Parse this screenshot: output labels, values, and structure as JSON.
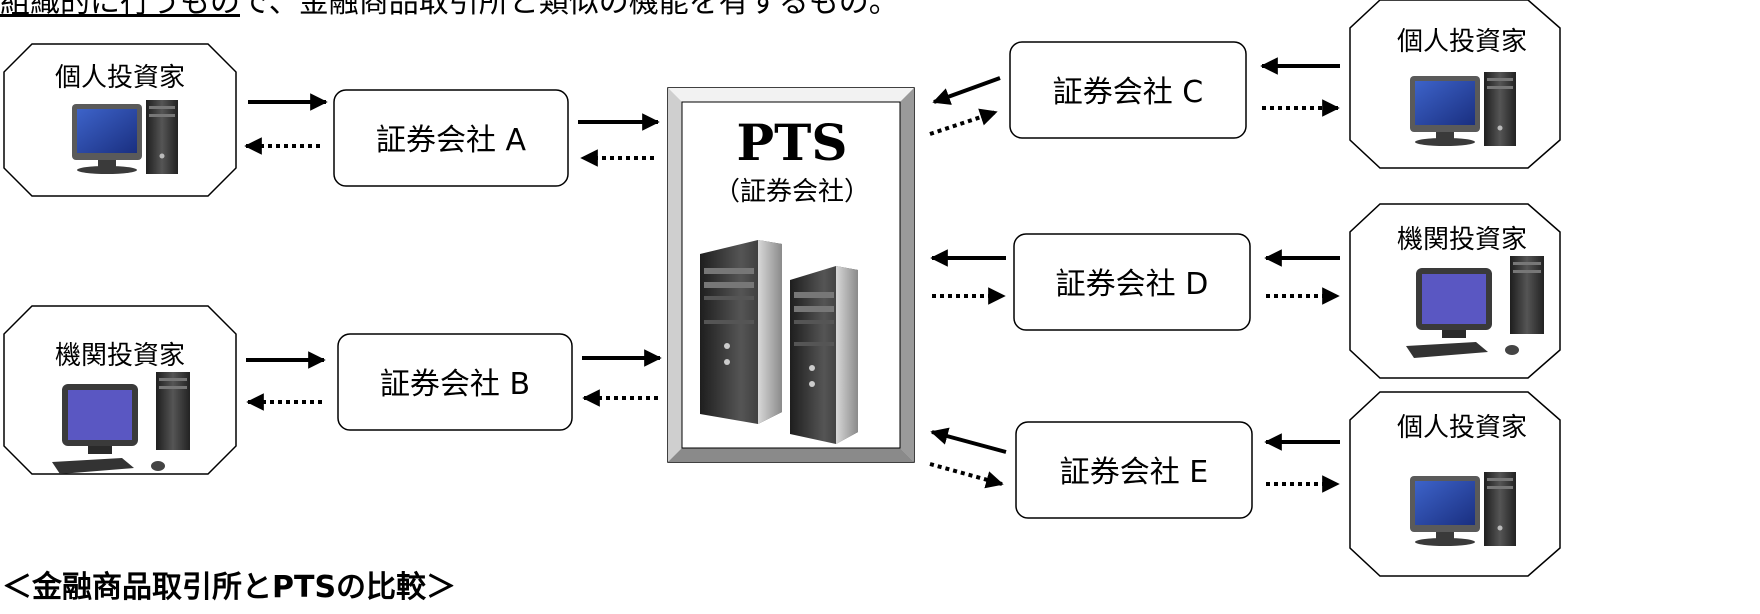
{
  "header": {
    "text_underlined": "組織的に行うもの",
    "text_rest": "で、金融商品取引所と類似の機能を有するもの。"
  },
  "pts": {
    "title": "PTS",
    "subtitle": "（証券会社）"
  },
  "brokers": {
    "a": "証券会社 A",
    "b": "証券会社 B",
    "c": "証券会社 C",
    "d": "証券会社 D",
    "e": "証券会社 E"
  },
  "investors": {
    "left_top": "個人投資家",
    "left_bottom": "機関投資家",
    "right_top": "個人投資家",
    "right_middle": "機関投資家",
    "right_bottom": "個人投資家"
  },
  "footer": {
    "heading": "＜金融商品取引所とPTSの比較＞"
  },
  "colors": {
    "line": "#000000",
    "box_fill": "#ffffff",
    "pts_frame": "#d9d9d9",
    "monitor_screen": "#1f3f9f",
    "tower_dark": "#2a2a2a"
  }
}
